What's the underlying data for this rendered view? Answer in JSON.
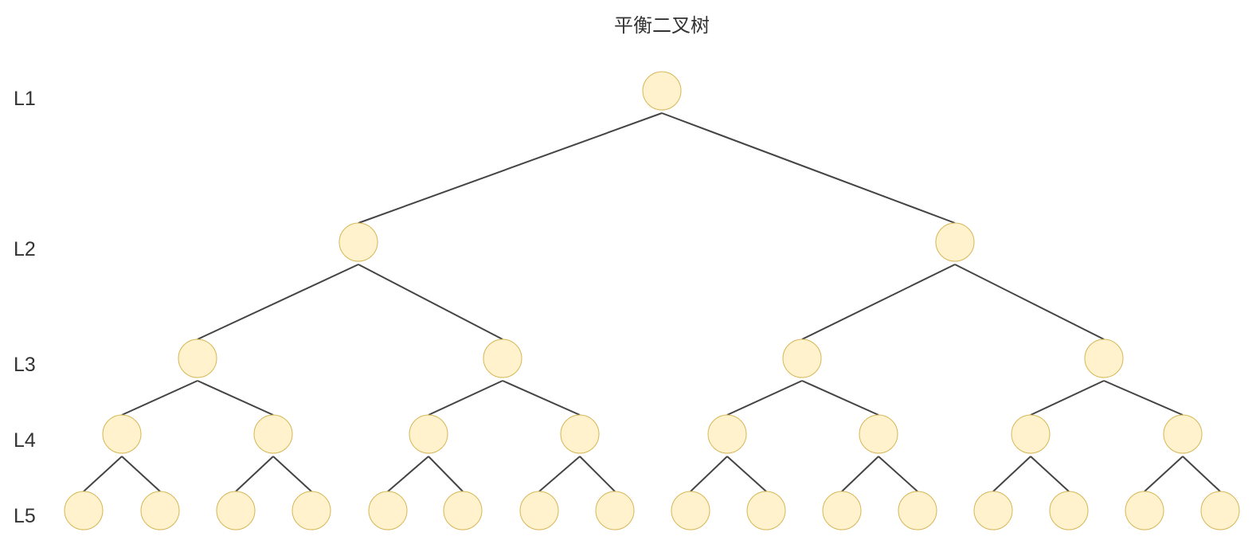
{
  "title": "平衡二叉树",
  "levels": [
    "L1",
    "L2",
    "L3",
    "L4",
    "L5"
  ],
  "colors": {
    "node_fill": "#fff2cc",
    "node_stroke": "#d6b656",
    "edge": "#444444",
    "text": "#333333"
  },
  "tree": {
    "depth": 5,
    "node_count": 31
  }
}
